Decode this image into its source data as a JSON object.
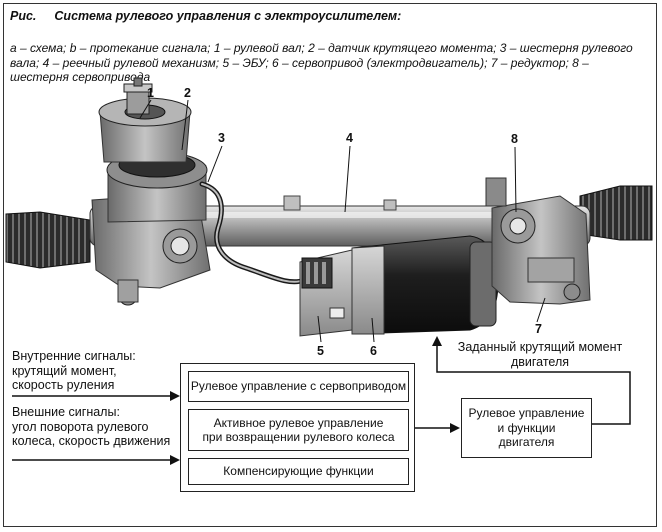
{
  "caption": {
    "prefix": "Рис.",
    "title": "Система рулевого управления с электроусилителем:",
    "legend": "a – схема; b – протекание сигнала; 1 – рулевой вал; 2 – датчик крутящего момента; 3 – шестерня рулевого вала; 4 – реечный рулевой механизм; 5 – ЭБУ; 6 – сервопривод (электродвигатель); 7 – редуктор; 8 – шестерня сервопривода"
  },
  "callouts": {
    "c1": "1",
    "c2": "2",
    "c3": "3",
    "c4": "4",
    "c5": "5",
    "c6": "6",
    "c7": "7",
    "c8": "8"
  },
  "signals": {
    "internal_line1": "Внутренние сигналы:",
    "internal_line2": "крутящий момент,",
    "internal_line3": "скорость руления",
    "external_line1": "Внешние сигналы:",
    "external_line2": "угол поворота рулевого",
    "external_line3": "колеса, скорость движения"
  },
  "boxes": {
    "servo_line1": "Рулевое управление с сервоприводом",
    "active_line1": "Активное рулевое управление",
    "active_line2": "при возвращении рулевого колеса",
    "compensating": "Компенсирующие функции",
    "engine_line1": "Рулевое управление",
    "engine_line2": "и функции",
    "engine_line3": "двигателя"
  },
  "torque": {
    "line1": "Заданный крутящий момент",
    "line2": "двигателя"
  }
}
